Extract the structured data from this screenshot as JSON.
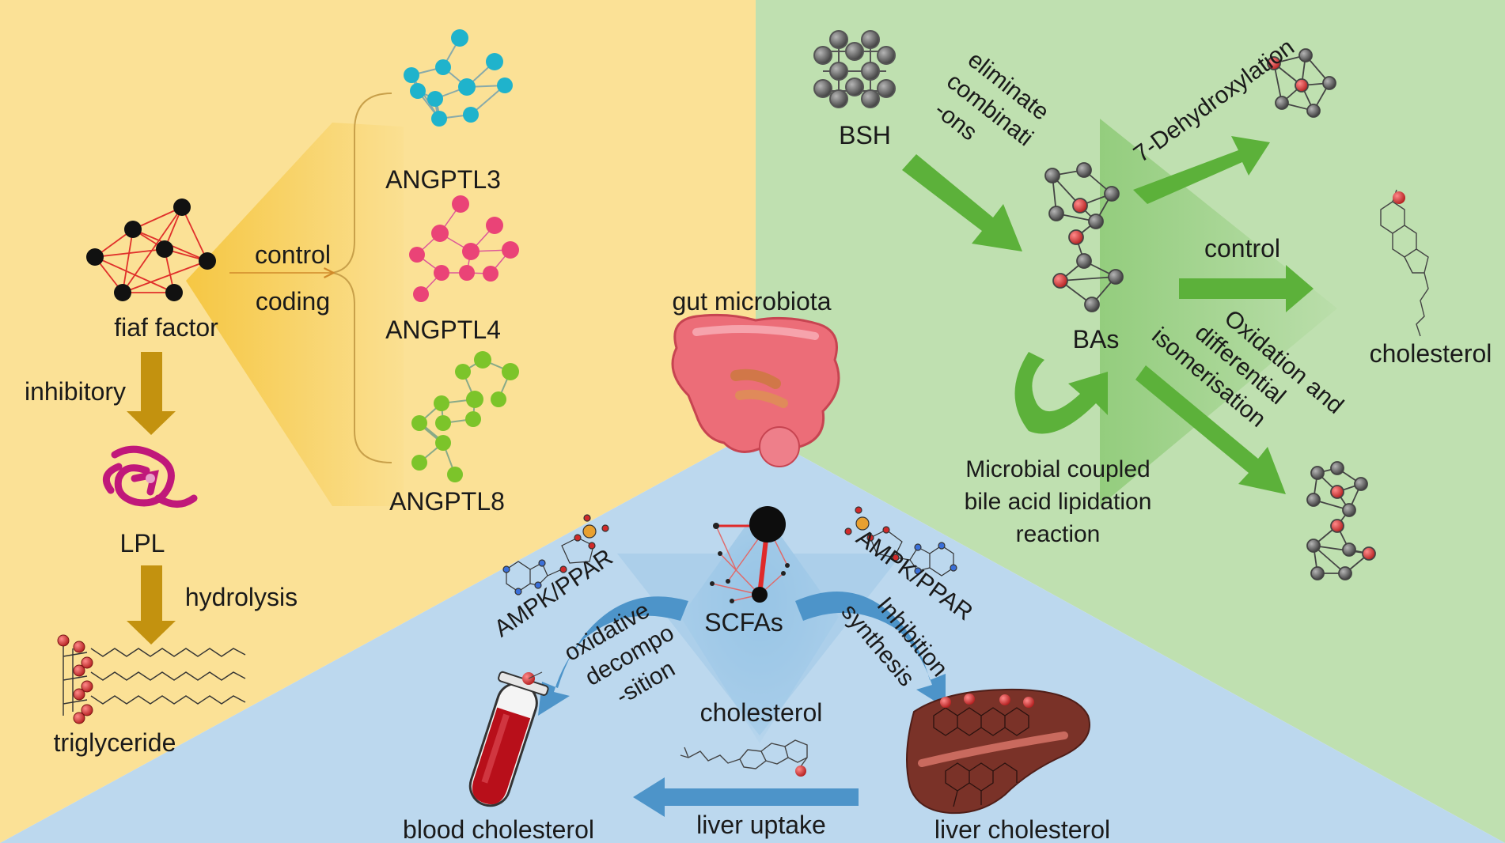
{
  "labels": {
    "angptl3": "ANGPTL3",
    "angptl4": "ANGPTL4",
    "angptl8": "ANGPTL8",
    "control_left": "control",
    "coding": "coding",
    "fiaf": "fiaf factor",
    "inhibitory": "inhibitory",
    "lpl": "LPL",
    "hydrolysis": "hydrolysis",
    "triglyceride": "triglyceride",
    "gut": "gut microbiota",
    "bsh": "BSH",
    "eliminate_1": "eliminate",
    "eliminate_2": "combinati",
    "eliminate_3": "-ons",
    "dehydrox": "7-Dehydroxylation",
    "control_right": "control",
    "cholesterol_right": "cholesterol",
    "bas": "BAs",
    "ox_1": "Oxidation and",
    "ox_2": "differential",
    "ox_3": "isomerisation",
    "microbial_1": "Microbial coupled",
    "microbial_2": "bile acid lipidation",
    "microbial_3": "reaction",
    "ampk_left": "AMPK/PPAR",
    "ampk_right": "AMPK/PPAR",
    "scfas": "SCFAs",
    "oxdec_1": "oxidative",
    "oxdec_2": "decompo",
    "oxdec_3": "-sition",
    "inh_1": "Inhibition",
    "inh_2": "synthesis",
    "cholesterol_center": "cholesterol",
    "blood": "blood cholesterol",
    "liver_uptake": "liver uptake",
    "liver_chol": "liver cholesterol"
  },
  "colors": {
    "yellow_bg": "#fbe196",
    "green_bg": "#bfe0b0",
    "blue_bg": "#bcd8ee",
    "teal": "#1fb3cc",
    "pink": "#ea4377",
    "lime": "#7cc42a",
    "gold_arrow": "#c3920f",
    "green_arrow": "#5cb13a",
    "blue_arrow": "#4d94c9",
    "lpl": "#c0187a",
    "red_atom": "#d02a2a",
    "gray_atom": "#666666",
    "liver": "#7a3228",
    "gut": "#ec6d78"
  }
}
